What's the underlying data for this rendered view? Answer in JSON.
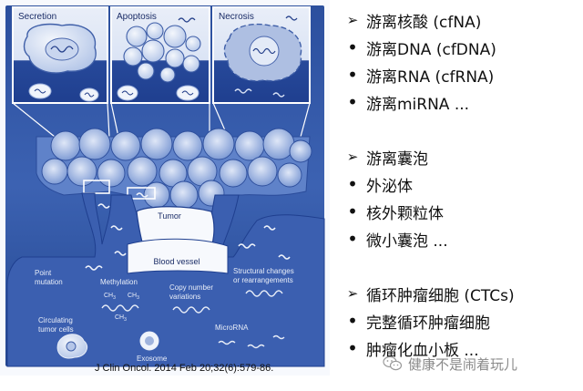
{
  "figure": {
    "panels": [
      {
        "label": "Secretion"
      },
      {
        "label": "Apoptosis"
      },
      {
        "label": "Necrosis"
      }
    ],
    "labels": {
      "tumor": "Tumor",
      "blood_vessel": "Blood vessel",
      "point_mutation": "Point\nmutation",
      "methylation": "Methylation",
      "ch3_left": "CH",
      "ch3_right": "CH",
      "ch3_bottom": "CH",
      "ch3_sub": "3",
      "copy_number": "Copy number\nvariations",
      "structural": "Structural changes\nor rearrangements",
      "circulating": "Circulating\ntumor cells",
      "microrna": "MicroRNA",
      "exosome": "Exosome"
    },
    "citation": "J Clin Oncol. 2014 Feb 20;32(6):579-86.",
    "colors": {
      "dark_blue": "#1f3f8f",
      "mid_blue": "#4a6fbd",
      "light_blue": "#c8d6ef",
      "pale": "#eef2fa"
    }
  },
  "bullets": [
    {
      "marker": "arrow",
      "text": "游离核酸 (cfNA)"
    },
    {
      "marker": "dot",
      "text": "游离DNA (cfDNA)"
    },
    {
      "marker": "dot",
      "text": "游离RNA (cfRNA)"
    },
    {
      "marker": "dot",
      "text": "游离miRNA ..."
    },
    {
      "marker": "arrow",
      "text": "游离囊泡"
    },
    {
      "marker": "dot",
      "text": "外泌体"
    },
    {
      "marker": "dot",
      "text": "核外颗粒体"
    },
    {
      "marker": "dot",
      "text": "微小囊泡 ..."
    },
    {
      "marker": "arrow",
      "text": "循环肿瘤细胞 (CTCs)"
    },
    {
      "marker": "dot",
      "text": "完整循环肿瘤细胞"
    },
    {
      "marker": "dot",
      "text": "肿瘤化血小板 ..."
    }
  ],
  "markers": {
    "arrow": "➢",
    "dot": "•"
  },
  "watermark": {
    "text": "健康不是闹着玩儿",
    "icon": "wechat-icon"
  }
}
